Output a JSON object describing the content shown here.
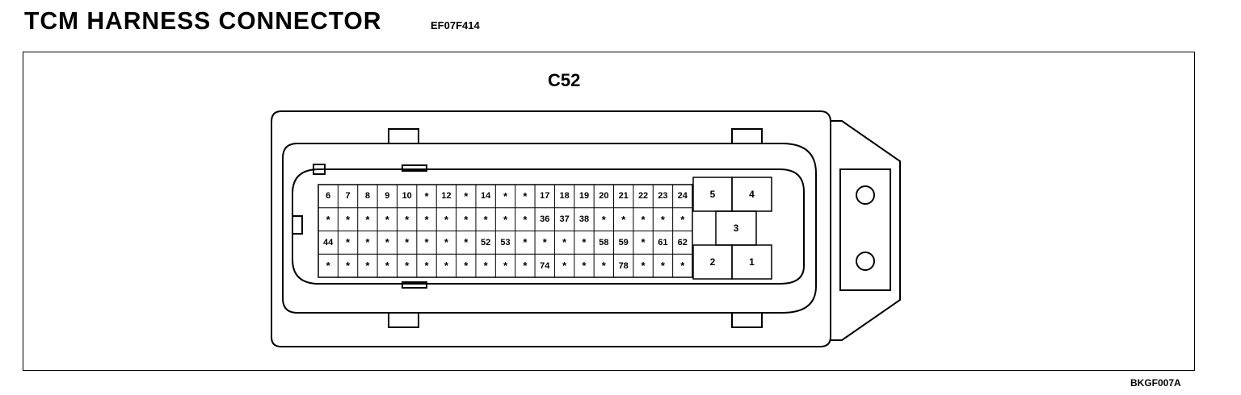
{
  "header": {
    "title": "TCM HARNESS CONNECTOR",
    "code": "EF07F414"
  },
  "connector": {
    "id": "C52",
    "rows": [
      [
        "6",
        "7",
        "8",
        "9",
        "10",
        "*",
        "12",
        "*",
        "14",
        "*",
        "*",
        "17",
        "18",
        "19",
        "20",
        "21",
        "22",
        "23",
        "24"
      ],
      [
        "*",
        "*",
        "*",
        "*",
        "*",
        "*",
        "*",
        "*",
        "*",
        "*",
        "*",
        "36",
        "37",
        "38",
        "*",
        "*",
        "*",
        "*",
        "*"
      ],
      [
        "44",
        "*",
        "*",
        "*",
        "*",
        "*",
        "*",
        "*",
        "52",
        "53",
        "*",
        "*",
        "*",
        "*",
        "58",
        "59",
        "*",
        "61",
        "62"
      ],
      [
        "*",
        "*",
        "*",
        "*",
        "*",
        "*",
        "*",
        "*",
        "*",
        "*",
        "*",
        "74",
        "*",
        "*",
        "*",
        "78",
        "*",
        "*",
        "*"
      ]
    ],
    "power_pins": {
      "p5": "5",
      "p4": "4",
      "p3": "3",
      "p2": "2",
      "p1": "1"
    }
  },
  "footer": {
    "figure_code": "BKGF007A"
  }
}
